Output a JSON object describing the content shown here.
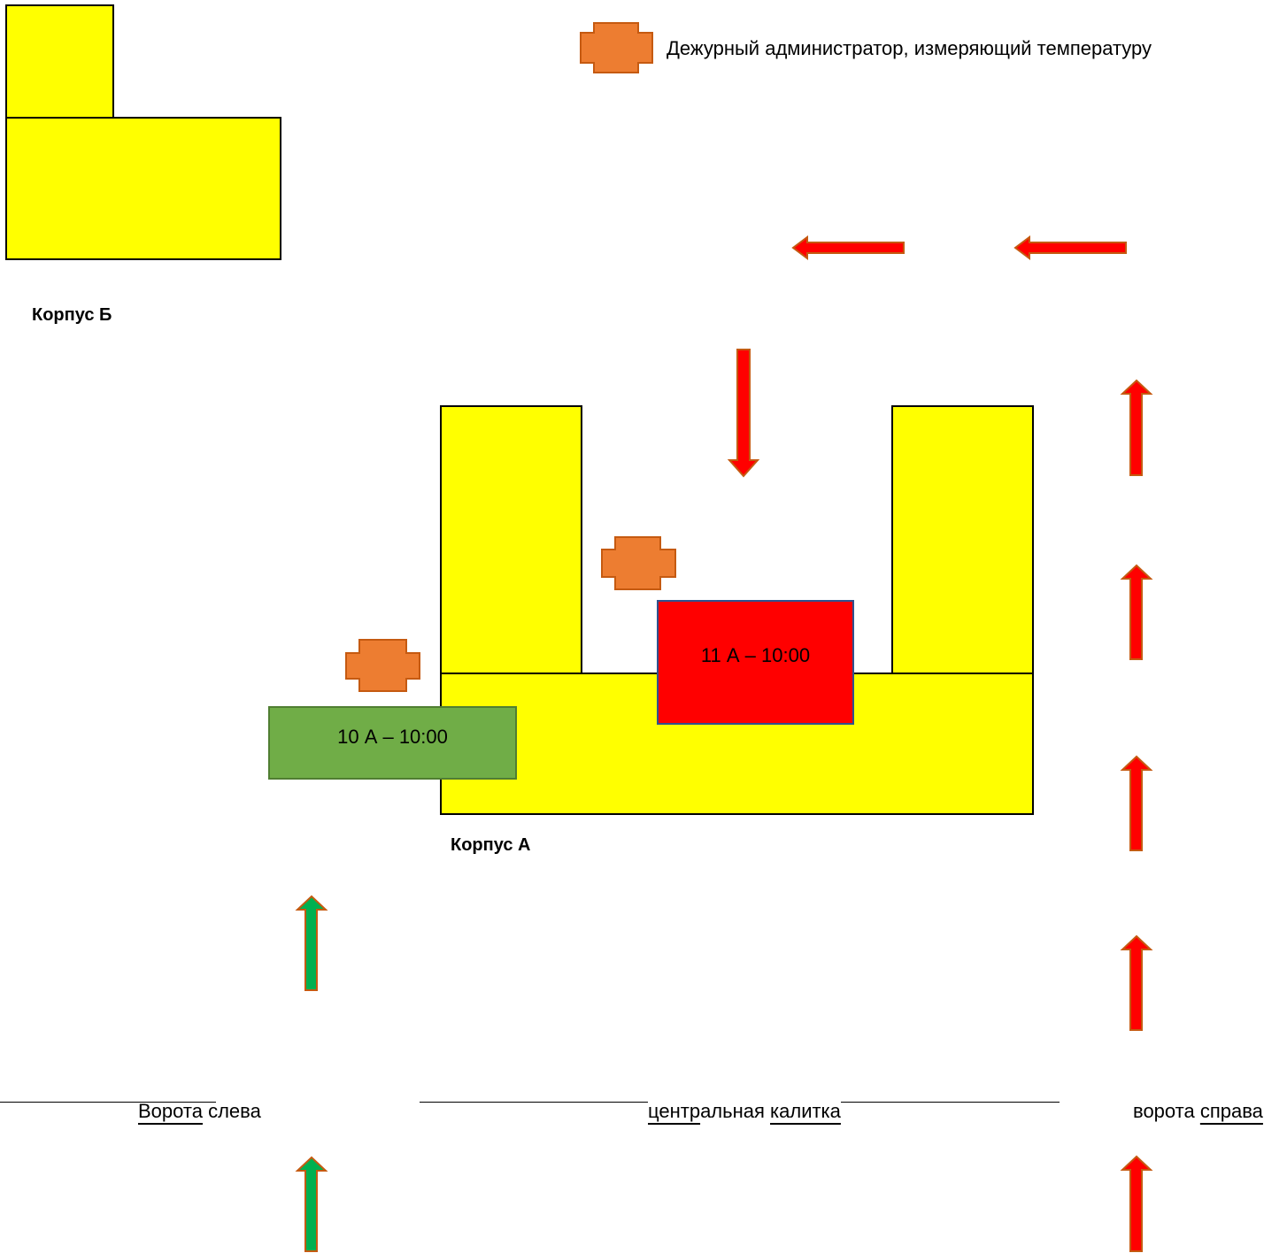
{
  "legend": {
    "text": "Дежурный администратор, измеряющий температуру",
    "icon": "orange-cross-icon"
  },
  "buildings": {
    "b_label": "Корпус Б",
    "a_label": "Корпус А"
  },
  "classes": [
    {
      "label": "10 А – 10:00",
      "color": "#70ad47",
      "border": "#507e32"
    },
    {
      "label": "11 А – 10:00",
      "color": "#ff0000",
      "border": "#2f528f"
    }
  ],
  "gates": {
    "left_a": "Ворота",
    "left_b": " слева",
    "center_a": "центр",
    "center_b": "альная ",
    "center_c": "калитка",
    "right_a": "ворота ",
    "right_b": "справа"
  },
  "colors": {
    "building": "#ffff00",
    "admin": "#ed7d31",
    "arrow_red": "#ff0000",
    "arrow_green": "#00b050",
    "arrow_border": "#c55a11"
  }
}
